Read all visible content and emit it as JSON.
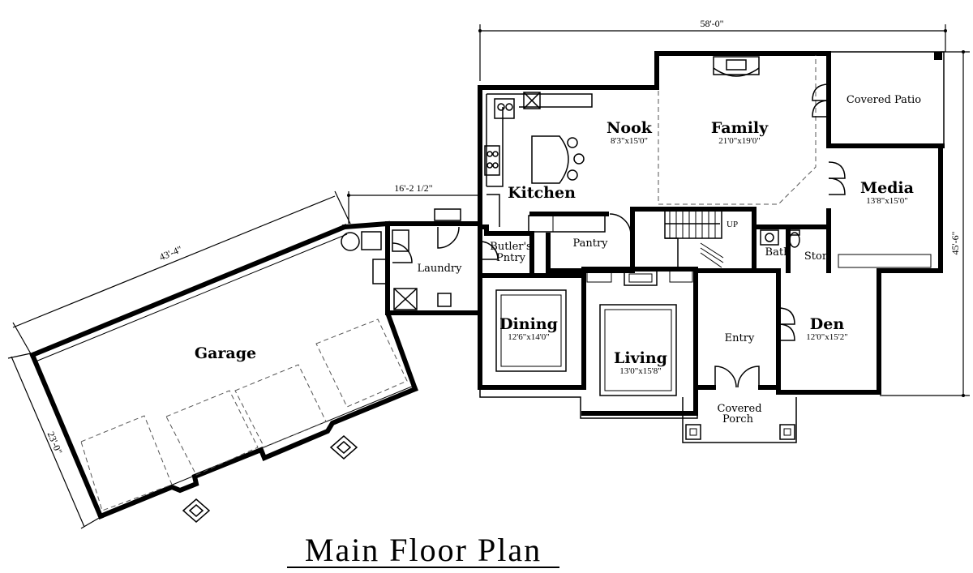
{
  "title": "Main Floor Plan",
  "rooms": {
    "garage": {
      "name": "Garage"
    },
    "laundry": {
      "name": "Laundry"
    },
    "kitchen": {
      "name": "Kitchen"
    },
    "nook": {
      "name": "Nook",
      "size": "8'3\"x15'0\""
    },
    "family": {
      "name": "Family",
      "size": "21'0\"x19'0\""
    },
    "covered_patio": {
      "name": "Covered Patio"
    },
    "media": {
      "name": "Media",
      "size": "13'8\"x15'0\""
    },
    "butlers_pantry": {
      "name_line1": "Butler's",
      "name_line2": "Pntry"
    },
    "pantry": {
      "name": "Pantry"
    },
    "bath": {
      "name": "Bath"
    },
    "storage": {
      "name": "Stor"
    },
    "dining": {
      "name": "Dining",
      "size": "12'6\"x14'0\""
    },
    "living": {
      "name": "Living",
      "size": "13'0\"x15'8\""
    },
    "entry": {
      "name": "Entry"
    },
    "den": {
      "name": "Den",
      "size": "12'0\"x15'2\""
    },
    "covered_porch": {
      "name_line1": "Covered",
      "name_line2": "Porch"
    }
  },
  "stair_label": "UP",
  "dimensions": {
    "overall_width": "58'-0\"",
    "overall_depth": "45'-6\"",
    "garage_offset": "16'-2 1/2\"",
    "garage_length": "43'-4\"",
    "garage_depth": "23'-0\""
  }
}
